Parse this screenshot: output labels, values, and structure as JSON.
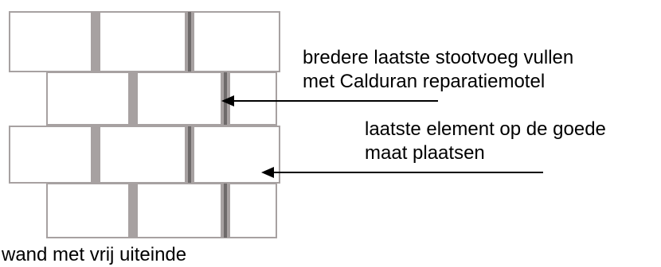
{
  "annotations": {
    "joint_line1": "bredere laatste stootvoeg vullen",
    "joint_line2": "met Calduran reparatiemotel",
    "element_line1": "laatste element op de goede",
    "element_line2": "maat plaatsen"
  },
  "caption": "wand met vrij uiteinde",
  "colors": {
    "joint": "#a7a1a1",
    "wide_joint": "#6e6a6a",
    "block_fill": "#ffffff",
    "arrow": "#000000"
  }
}
